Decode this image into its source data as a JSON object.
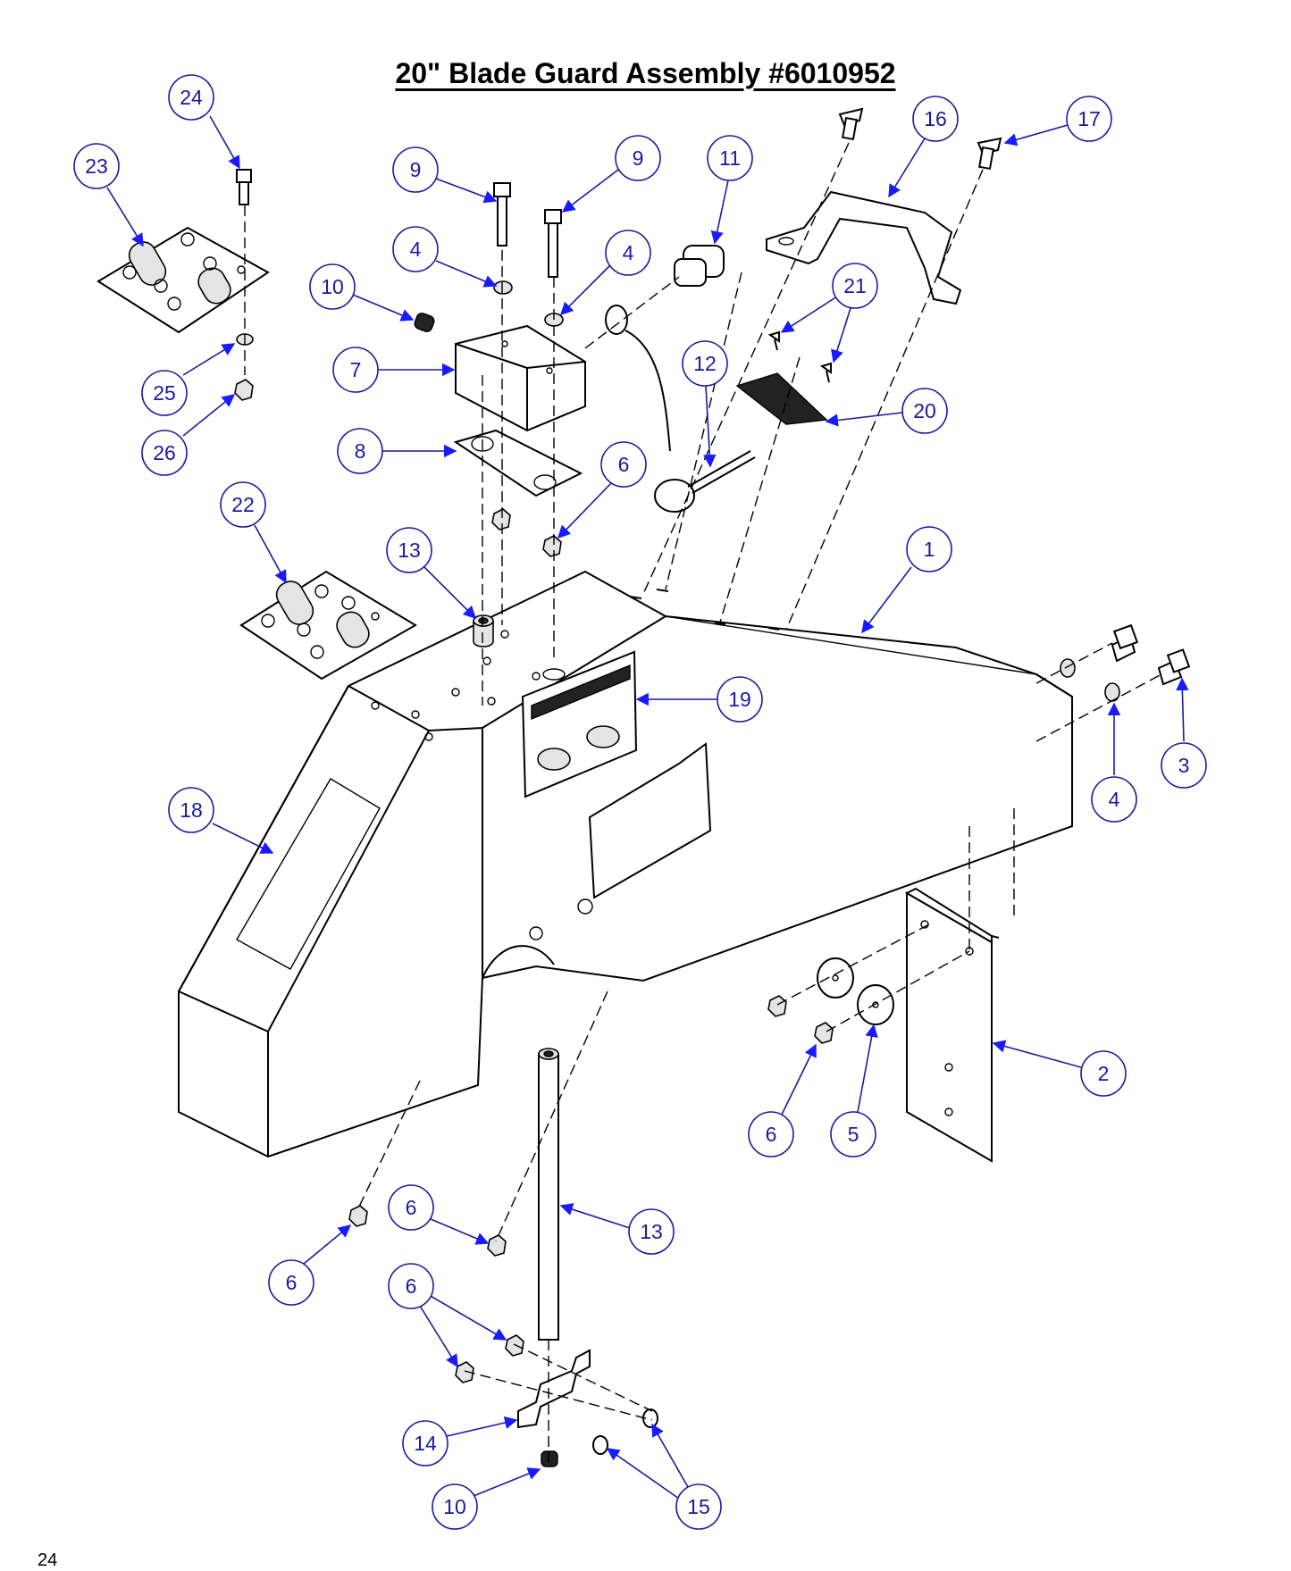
{
  "title": "20\" Blade Guard Assembly #6010952",
  "page_number": "24",
  "callouts": [
    {
      "label": "24"
    },
    {
      "label": "23"
    },
    {
      "label": "25"
    },
    {
      "label": "26"
    },
    {
      "label": "9"
    },
    {
      "label": "9"
    },
    {
      "label": "11"
    },
    {
      "label": "16"
    },
    {
      "label": "17"
    },
    {
      "label": "4"
    },
    {
      "label": "4"
    },
    {
      "label": "10"
    },
    {
      "label": "21"
    },
    {
      "label": "7"
    },
    {
      "label": "12"
    },
    {
      "label": "20"
    },
    {
      "label": "8"
    },
    {
      "label": "6"
    },
    {
      "label": "22"
    },
    {
      "label": "13"
    },
    {
      "label": "1"
    },
    {
      "label": "19"
    },
    {
      "label": "3"
    },
    {
      "label": "4"
    },
    {
      "label": "18"
    },
    {
      "label": "2"
    },
    {
      "label": "6"
    },
    {
      "label": "5"
    },
    {
      "label": "6"
    },
    {
      "label": "13"
    },
    {
      "label": "6"
    },
    {
      "label": "6"
    },
    {
      "label": "14"
    },
    {
      "label": "10"
    },
    {
      "label": "15"
    }
  ],
  "colors": {
    "callout": "#1a1aa0",
    "arrow": "#1a1aff",
    "line": "#000000"
  }
}
